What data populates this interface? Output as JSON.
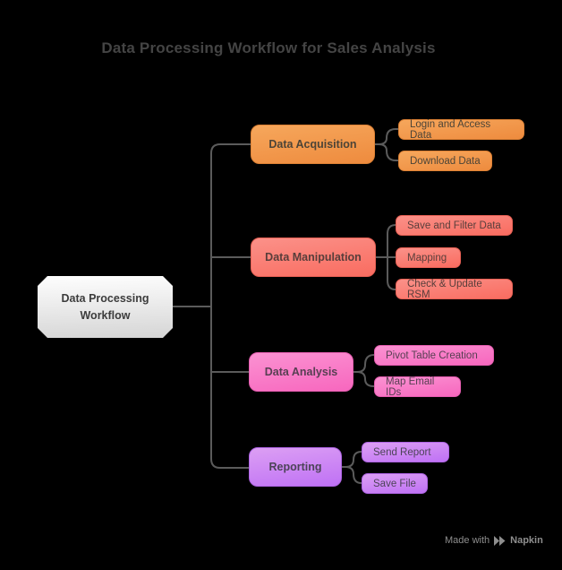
{
  "background_color": "#000000",
  "title": "Data Processing Workflow for Sales Analysis",
  "root": {
    "label": "Data Processing Workflow"
  },
  "branches": [
    {
      "label": "Data Acquisition",
      "color_top": "#F6A75C",
      "color_bottom": "#EE8B3E",
      "children": [
        "Login and Access Data",
        "Download Data"
      ]
    },
    {
      "label": "Data Manipulation",
      "color_top": "#FB9189",
      "color_bottom": "#F96C60",
      "children": [
        "Save and Filter Data",
        "Mapping",
        "Check & Update RSM"
      ]
    },
    {
      "label": "Data Analysis",
      "color_top": "#FB92D2",
      "color_bottom": "#F767BE",
      "children": [
        "Pivot Table Creation",
        "Map Email IDs"
      ]
    },
    {
      "label": "Reporting",
      "color_top": "#DC9FF3",
      "color_bottom": "#BF71F5",
      "children": [
        "Send Report",
        "Save File"
      ]
    }
  ],
  "root_colors": {
    "top": "#FEFEFE",
    "bottom": "#D5D5D5",
    "text": "#3C3C3C"
  },
  "connector_color": "#5B5B5B",
  "title_color": "#444444",
  "watermark": {
    "made_with": "Made with",
    "brand": "Napkin"
  }
}
